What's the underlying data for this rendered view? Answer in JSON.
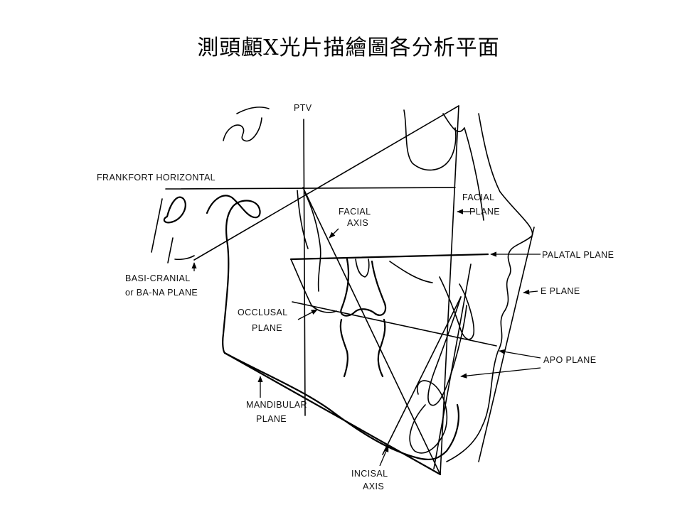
{
  "title": "測頭顱X光片描繪圖各分析平面",
  "labels": {
    "ptv": "PTV",
    "frankfort": "FRANKFORT  HORIZONTAL",
    "facial_axis_1": "FACIAL",
    "facial_axis_2": "AXIS",
    "facial_plane_1": "FACIAL",
    "facial_plane_2": "PLANE",
    "palatal_plane": "PALATAL  PLANE",
    "basi_cranial_1": "BASI-CRANIAL",
    "basi_cranial_2": "or  BA-NA PLANE",
    "e_plane": "E  PLANE",
    "occlusal_1": "OCCLUSAL",
    "occlusal_2": "PLANE",
    "apo_plane": "APO  PLANE",
    "mandibular_1": "MANDIBULAR",
    "mandibular_2": "PLANE",
    "incisal_1": "INCISAL",
    "incisal_2": "AXIS"
  },
  "colors": {
    "ink": "#000000",
    "background": "#ffffff"
  }
}
